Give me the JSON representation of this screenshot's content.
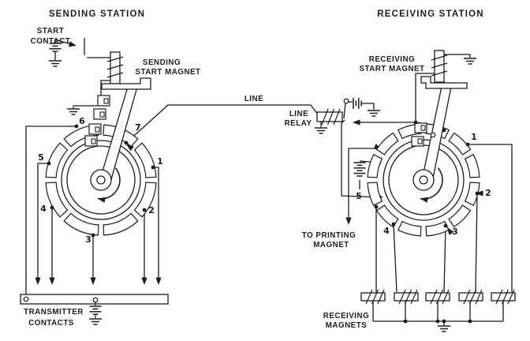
{
  "colors": {
    "background": "#ffffff",
    "ink": "#1c1c1c"
  },
  "line_label": "LINE",
  "sending": {
    "title": "SENDING STATION",
    "start_contact_l1": "START",
    "start_contact_l2": "CONTACT",
    "start_magnet_l1": "SENDING",
    "start_magnet_l2": "START MAGNET",
    "transmitter_l1": "TRANSMITTER",
    "transmitter_l2": "CONTACTS",
    "seg": {
      "n1": "1",
      "n2": "2",
      "n3": "3",
      "n4": "4",
      "n5": "5",
      "n6": "6",
      "n7": "7"
    }
  },
  "receiving": {
    "title": "RECEIVING STATION",
    "relay_l1": "LINE",
    "relay_l2": "RELAY",
    "start_magnet_l1": "RECEIVING",
    "start_magnet_l2": "START MAGNET",
    "printing_l1": "TO PRINTING",
    "printing_l2": "MAGNET",
    "magnets_l1": "RECEIVING",
    "magnets_l2": "MAGNETS",
    "seg": {
      "n1": "1",
      "n2": "2",
      "n3": "3",
      "n4": "4",
      "n5": "5"
    }
  }
}
